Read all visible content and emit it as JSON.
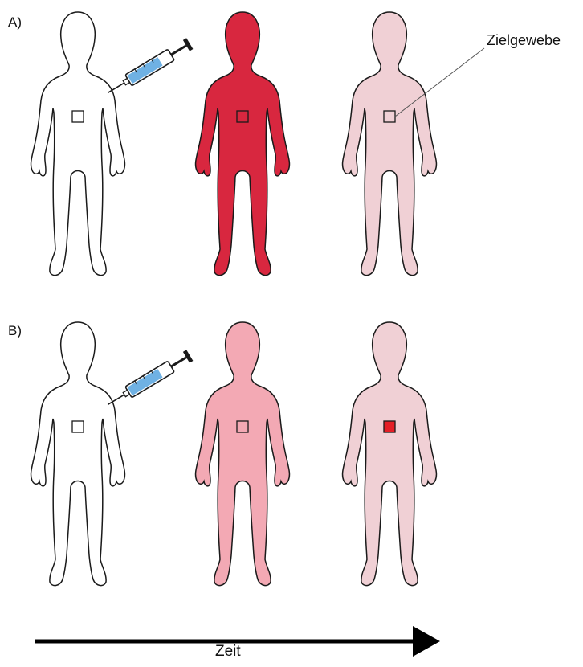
{
  "panels": {
    "a": {
      "label": "A)"
    },
    "b": {
      "label": "B)"
    }
  },
  "annotation": {
    "target_tissue": "Zielgewebe"
  },
  "axis": {
    "time_label": "Zeit"
  },
  "colors": {
    "outline": "#1a1a1a",
    "body_blank": "#ffffff",
    "a_body_strong": "#d8273f",
    "a_body_faint": "#f0d0d5",
    "b_body_medium": "#f3a9b4",
    "b_body_faint": "#f0d0d5",
    "target_marked": "#e41e26",
    "syringe_liquid": "#6fb1e3",
    "arrow": "#000000"
  },
  "rows": [
    {
      "id": "a",
      "figures": [
        "blank",
        "strong",
        "faint"
      ],
      "target_fill": [
        "none",
        "none",
        "none"
      ]
    },
    {
      "id": "b",
      "figures": [
        "blank",
        "medium",
        "faint"
      ],
      "target_fill": [
        "none",
        "none",
        "marked"
      ]
    }
  ]
}
